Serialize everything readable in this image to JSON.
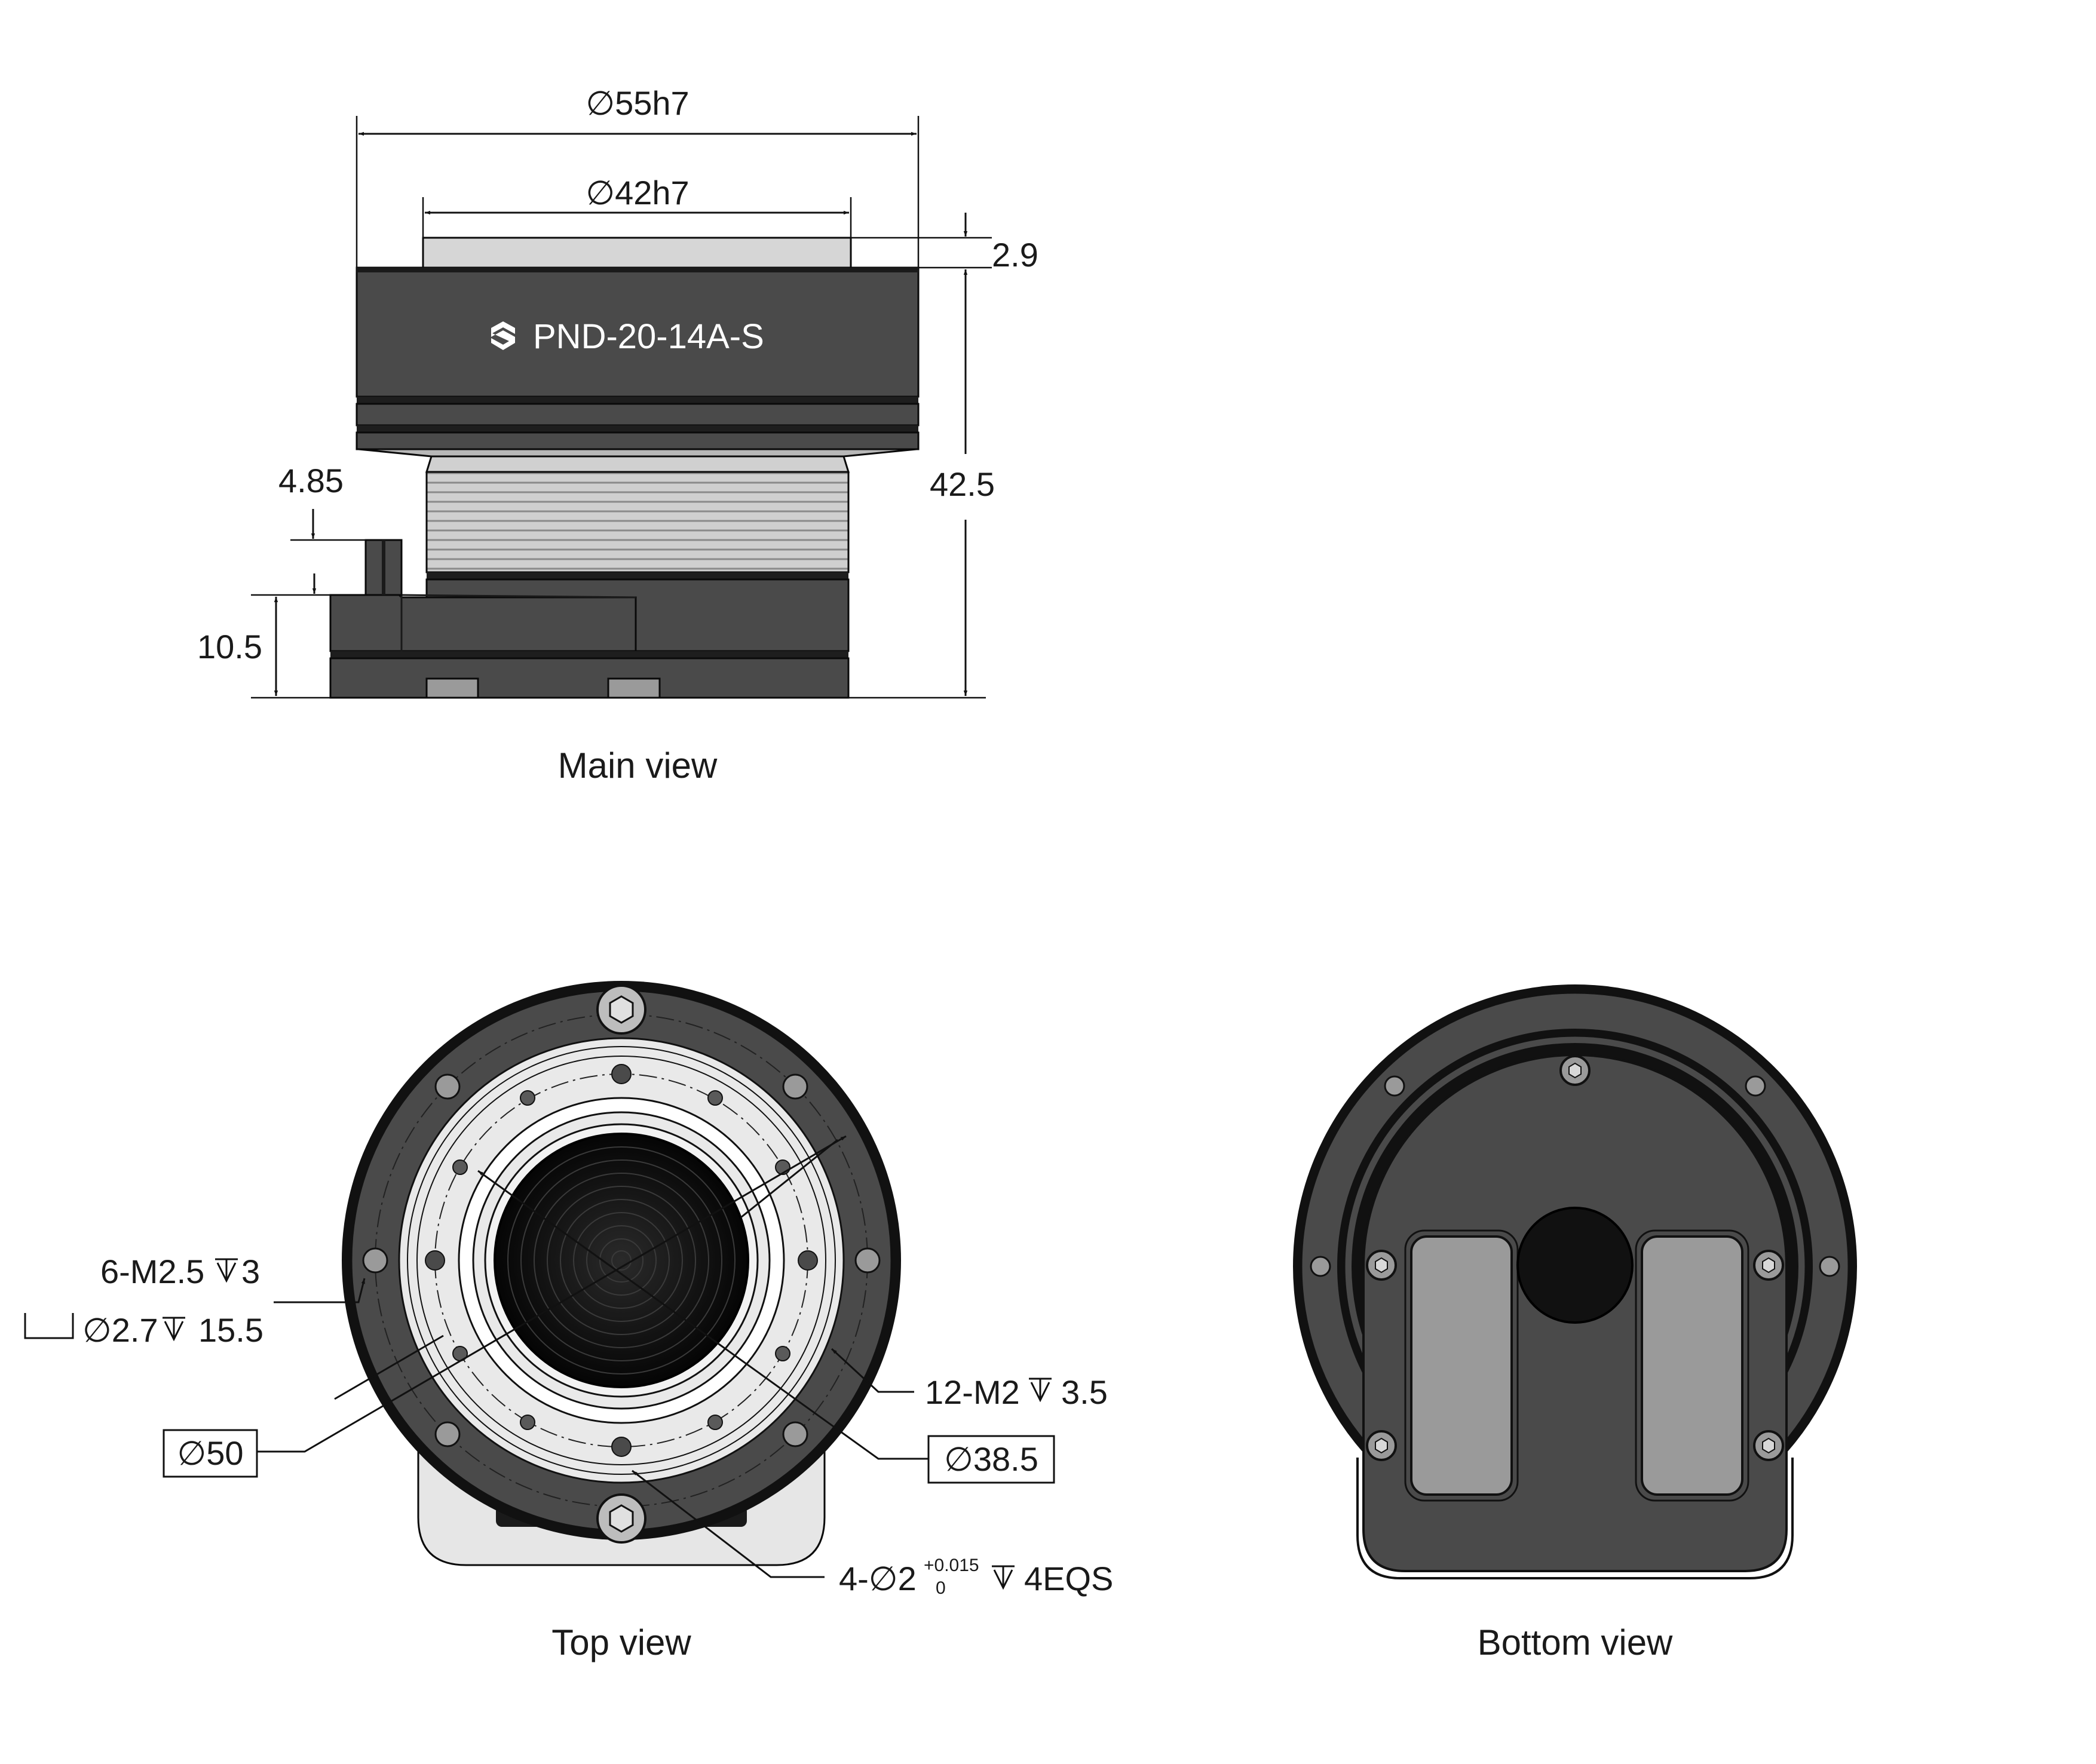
{
  "main_view": {
    "caption": "Main view",
    "brand_label": "PND-20-14A-S",
    "dims": {
      "outer_dia": "∅55h7",
      "inner_dia": "∅42h7",
      "step": "2.9",
      "height": "42.5",
      "tab": "4.85",
      "base": "10.5"
    }
  },
  "top_view": {
    "caption": "Top view",
    "callouts": {
      "m25": "6-M2.5",
      "m25_depth": "3",
      "cbore": "∅2.7",
      "cbore_depth": "15.5",
      "dia50": "∅50",
      "m2": "12-M2",
      "m2_depth": "3.5",
      "dia385": "∅38.5",
      "pin_prefix": "4-∅2",
      "pin_tol_upper": "+0.015",
      "pin_tol_lower": "0",
      "pin_depth": "4EQS"
    }
  },
  "bottom_view": {
    "caption": "Bottom view"
  },
  "colors": {
    "body_dark": "#4a4a4a",
    "body_black": "#1a1a1a",
    "shaft_light": "#d4d4d4",
    "ring_white": "#e9e9e9",
    "pad_gray": "#9a9a9a"
  }
}
